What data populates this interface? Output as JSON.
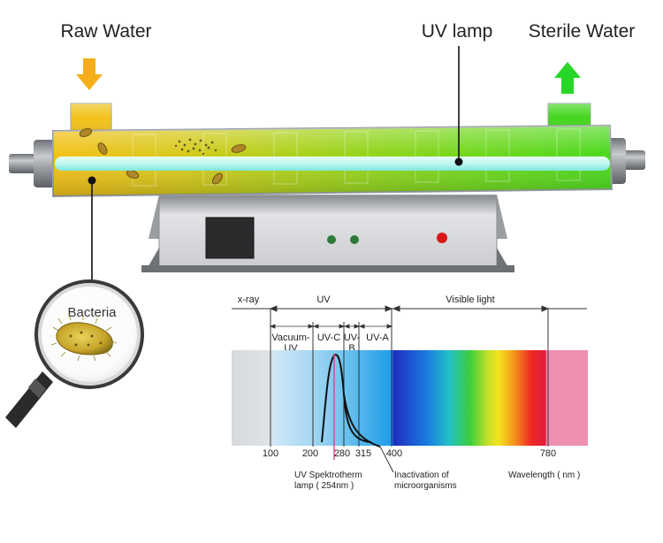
{
  "labels": {
    "raw_water": "Raw Water",
    "uv_lamp": "UV lamp",
    "sterile_water": "Sterile Water",
    "bacteria": "Bacteria"
  },
  "spectrum": {
    "bands": {
      "xray": "x-ray",
      "uv": "UV",
      "visible": "Visible light",
      "vacuum_uv_line1": "Vacuum-",
      "vacuum_uv_line2": "UV",
      "uvc": "UV-C",
      "uvb_line1": "UV-",
      "uvb_line2": "B",
      "uva": "UV-A"
    },
    "ticks": [
      "100",
      "200",
      "280",
      "315",
      "400",
      "780"
    ],
    "annotations": {
      "lamp_line1": "UV Spektrotherm",
      "lamp_line2": "lamp ( 254nm )",
      "inact_line1": "Inactivation  of",
      "inact_line2": "microorganisms",
      "wavelength": "Wavelength ( nm )"
    }
  },
  "colors": {
    "raw_water": "#f2c21a",
    "sterile_water": "#44d61e",
    "lamp_glow": "#bff7f0",
    "housing": "#8f9296",
    "indicator_green": "#2f7a3a",
    "indicator_red": "#d81818"
  }
}
